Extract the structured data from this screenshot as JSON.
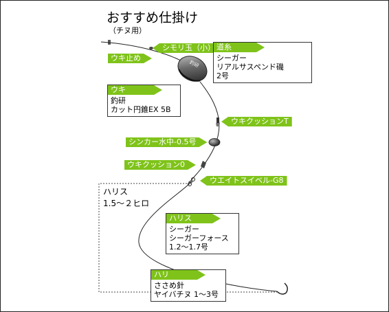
{
  "header": {
    "title": "おすすめ仕掛け",
    "subtitle": "（チヌ用）"
  },
  "labels": {
    "uki_stop": "ウキ止め",
    "shimori": "シモリ玉（小）",
    "cushion_t": "ウキクッションT",
    "sinker": "シンカー水中-0.5号",
    "cushion_0": "ウキクッション0",
    "swivel": "ウエイトスイベル-G8"
  },
  "boxes": {
    "michi": {
      "header": "道糸",
      "lines": [
        "シーガー",
        "リアルサスペンド磯",
        "2号"
      ]
    },
    "uki": {
      "header": "ウキ",
      "lines": [
        "釣研",
        "カット円錐EX 5B"
      ]
    },
    "harisu": {
      "header": "ハリス",
      "lines": [
        "シーガー",
        "シーガーフォース",
        "1.2～1.7号"
      ]
    },
    "hari": {
      "header": "ハリ",
      "lines": [
        "ささめ針",
        "ヤイバチヌ 1～3号"
      ]
    }
  },
  "harisu_length": {
    "line1": "ハリス",
    "line2": "1.5～２ヒロ"
  },
  "float_mark": "釣研",
  "colors": {
    "tag_green": "#7fc31a",
    "line": "#222222",
    "float_dark": "#3a3a3a",
    "float_light": "#bcbcbc"
  }
}
